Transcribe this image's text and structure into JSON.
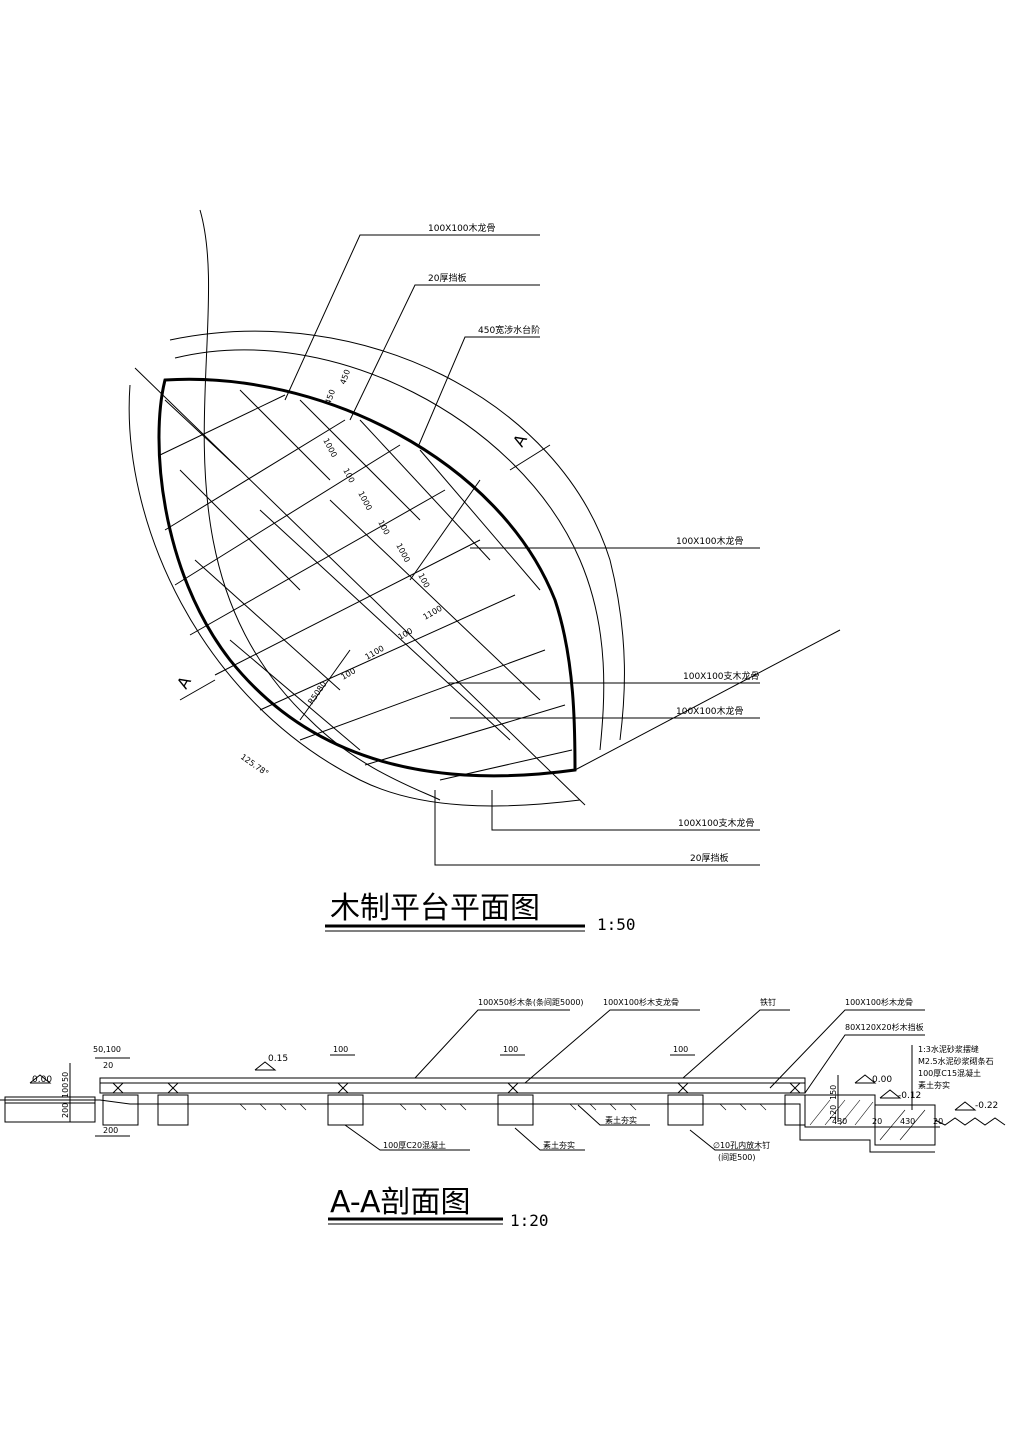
{
  "plan": {
    "title": "木制平台平面图",
    "scale": "1:50",
    "labels": {
      "joist_top": "100X100木龙骨",
      "board_top": "20厚挡板",
      "step": "450宽涉水台阶",
      "joist_right": "100X100木龙骨",
      "support_joist_1": "100X100支木龙骨",
      "joist_lower": "100X100木龙骨",
      "support_joist_2": "100X100支木龙骨",
      "board_bottom": "20厚挡板"
    },
    "dims": {
      "d450a": "450",
      "d450b": "450",
      "d1000a": "1000",
      "d1000b": "1000",
      "d1000c": "1000",
      "d100a": "100",
      "d100b": "100",
      "d100c": "100",
      "d100d": "100",
      "d100e": "100",
      "d1100a": "1100",
      "d1100b": "1100",
      "r": "R5080",
      "angle": "125.78°"
    },
    "section_mark": "A"
  },
  "section": {
    "title": "A-A剖面图",
    "scale": "1:20",
    "labels": {
      "plank": "100X50杉木条(条间距5000)",
      "support": "100X100杉木支龙骨",
      "nail": "铁钉",
      "joist": "100X100杉木龙骨",
      "edge_board": "80X120X20杉木挡板",
      "mortar": "1:3水泥砂浆摆缝",
      "stone": "M2.5水泥砂浆砌条石",
      "concrete_c15": "100厚C15混凝土",
      "soil_right": "素土夯实",
      "concrete_c20": "100厚C20混凝土",
      "soil_mid1": "素土夯实",
      "soil_mid2": "素土夯实",
      "bolt": "∅10孔内放木钉",
      "bolt_spacing": "(间距500)"
    },
    "levels": {
      "left": "0.00",
      "deck": "0.15",
      "right": "0.00",
      "step": "-0.12",
      "water": "-0.22"
    },
    "dims": {
      "d50_100": "50,100",
      "d20": "20",
      "d100a": "100",
      "d100b": "100",
      "d100c": "100",
      "d200": "200",
      "v200": "200",
      "v100": "100",
      "v50": "50",
      "v150": "150",
      "v120": "120",
      "h430a": "430",
      "h20": "20",
      "h430b": "430",
      "h20b": "20"
    }
  }
}
